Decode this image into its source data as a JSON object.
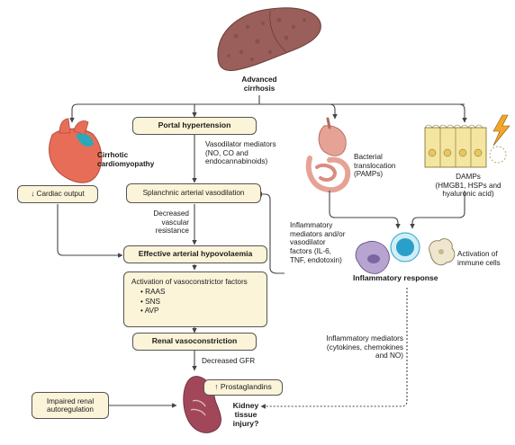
{
  "nodes": {
    "advanced_cirrhosis": "Advanced\ncirrhosis",
    "portal_hypertension": "Portal hypertension",
    "vasodilator_mediators": "Vasodilator mediators\n(NO, CO and\nendocannabinoids)",
    "splanchnic_vasodilation": "Splanchnic arterial vasodilation",
    "decreased_vascular_resistance": "Decreased\nvascular\nresistance",
    "effective_hypovolaemia": "Effective arterial hypovolaemia",
    "vasoconstrictor_title": "Activation of vasoconstrictor factors",
    "vasoconstrictor_items": [
      "RAAS",
      "SNS",
      "AVP"
    ],
    "renal_vasoconstriction": "Renal vasoconstriction",
    "decreased_gfr": "Decreased GFR",
    "prostaglandins": "↑ Prostaglandins",
    "kidney_injury": "Kidney\ntissue\ninjury?",
    "impaired_autoregulation": "Impaired renal\nautoregulation",
    "cirrhotic_cardiomyopathy": "Cirrhotic\ncardiomyopathy",
    "cardiac_output": "↓ Cardiac output",
    "bacterial_translocation": "Bacterial\ntranslocation\n(PAMPs)",
    "damps": "DAMPs\n(HMGB1, HSPs and\nhyaluronic acid)",
    "inflammatory_mediators_factors": "Inflammatory\nmediators and/or\nvasodilator\nfactors (IL-6,\nTNF, endotoxin)",
    "activation_immune_cells": "Activation of\nimmune cells",
    "inflammatory_response": "Inflammatory response",
    "inflammatory_mediators_kidney": "Inflammatory mediators\n(cytokines, chemokines\nand NO)"
  },
  "colors": {
    "box_fill": "#fbf4d9",
    "liver": "#9a5f5a",
    "heart": "#e86d58",
    "heart_accent": "#2aa9b8",
    "gut": "#e7a296",
    "kidney": "#a2475a",
    "immune_cell_blue": "#2aa0c8",
    "immune_cell_purple": "#b7a4d1",
    "damp_cells": "#f4e6a0",
    "lightning": "#f2a72a"
  },
  "icons": [
    "liver-illustration",
    "heart-illustration",
    "stomach-intestine-illustration",
    "epithelial-cells-illustration",
    "lightning-icon",
    "macrophage-illustration",
    "lymphocyte-illustration",
    "activated-cell-illustration",
    "kidney-illustration"
  ]
}
